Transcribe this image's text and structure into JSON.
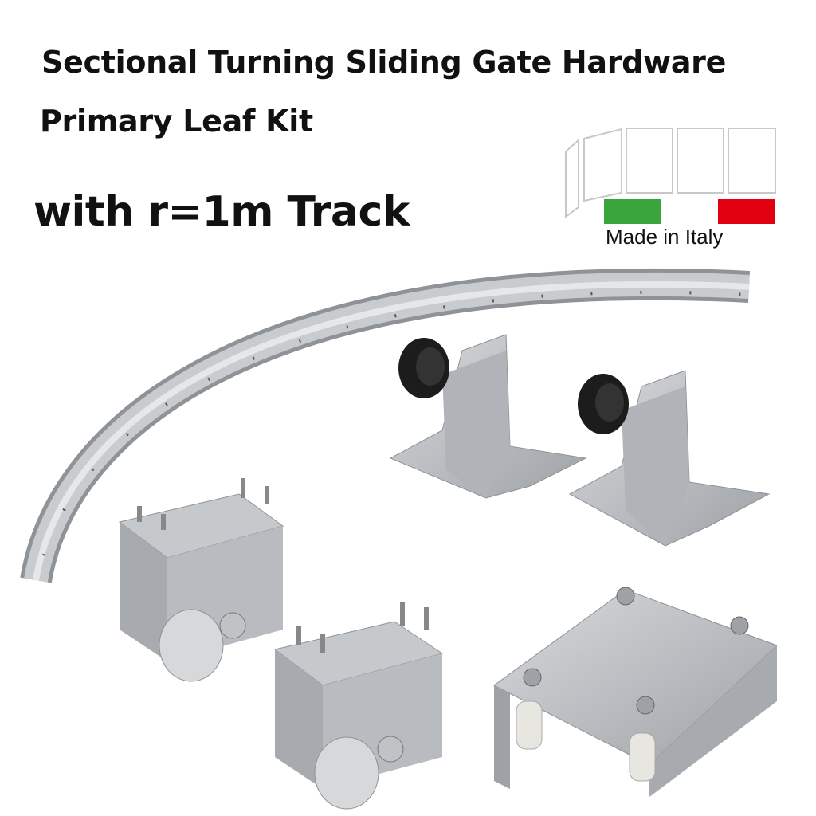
{
  "title": {
    "line1": "Sectional Turning Sliding Gate Hardware",
    "line2": "Primary Leaf Kit",
    "line3": "with r=1m Track"
  },
  "badge": {
    "made_in": "Made in Italy",
    "flag_green": "#3aa53a",
    "flag_red": "#e0000f"
  },
  "colors": {
    "metal": "#b9bcc0",
    "metal_dark": "#8e9296",
    "rubber": "#1c1c1c"
  }
}
